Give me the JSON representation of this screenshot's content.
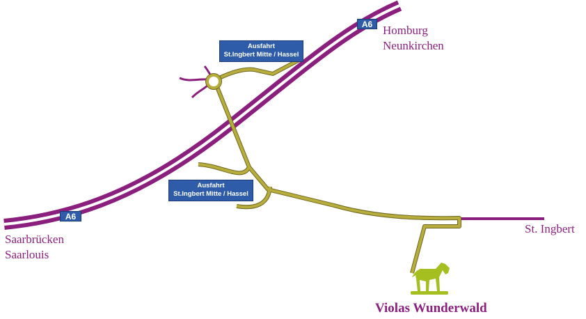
{
  "motorway": {
    "name": "A6",
    "color": "#8a1f7e"
  },
  "exits": {
    "north": {
      "line1": "Ausfahrt",
      "line2": "St.Ingbert Mitte / Hassel"
    },
    "south": {
      "line1": "Ausfahrt",
      "line2": "St.Ingbert Mitte / Hassel"
    }
  },
  "destinations": {
    "northeast": [
      "Homburg",
      "Neunkirchen"
    ],
    "southwest": [
      "Saarbrücken",
      "Saarlouis"
    ],
    "east": "St. Ingbert"
  },
  "target": {
    "name": "Violas Wunderwald",
    "icon": "horse-icon",
    "color": "#a5bf21"
  },
  "road_color": "#b7ad3c",
  "sign_color": "#2e5ca8"
}
